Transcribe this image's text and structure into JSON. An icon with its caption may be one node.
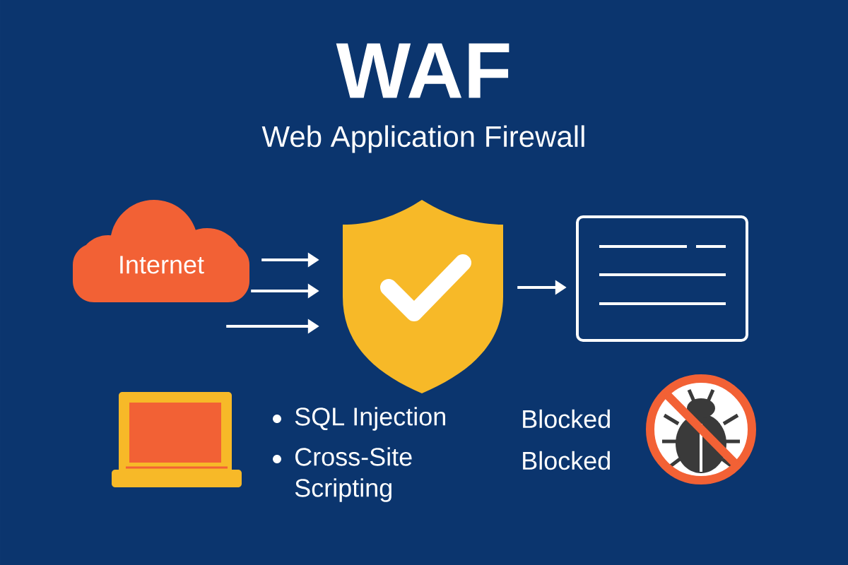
{
  "diagram": {
    "title": "WAF",
    "nodes": [
      {
        "text": [
          "Internet"
        ]
      },
      {
        "text": [],
        "shape": "shield"
      },
      {
        "text": [],
        "shape": "box"
      }
    ],
    "edges": [
      {
        "from": 0,
        "to": 1,
        "arrow": "to"
      },
      {
        "from": 0,
        "to": 1,
        "arrow": "to"
      },
      {
        "from": 0,
        "to": 1,
        "arrow": "to"
      },
      {
        "from": 1,
        "to": 2,
        "arrow": "to"
      }
    ],
    "labels": [
      "Web Application Firewall",
      "SQL Injection",
      "Cross-Site Scripting",
      "Blocked",
      "Blocked"
    ]
  }
}
